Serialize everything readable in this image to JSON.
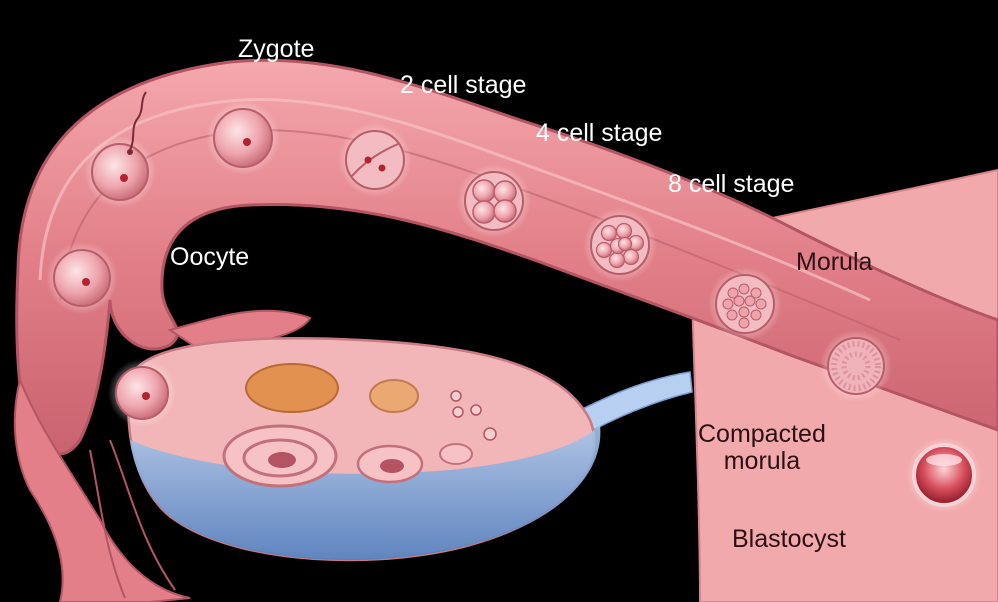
{
  "labels": {
    "zygote": "Zygote",
    "two_cell": "2 cell stage",
    "four_cell": "4 cell stage",
    "eight_cell": "8 cell stage",
    "oocyte": "Oocyte",
    "morula": "Morula",
    "compacted_morula_line1": "Compacted",
    "compacted_morula_line2": "morula",
    "blastocyst": "Blastocyst"
  },
  "colors": {
    "background": "#000000",
    "tube": "#e9878e",
    "tube_wall": "#c96b74",
    "uterus": "#f0a3a5",
    "ovary": "#f2b3b5",
    "ovary_fluid": "#7fa6d6",
    "cell": "#f1b3ba",
    "nucleus": "#b2222f",
    "corpus_luteum": "#e5914f"
  }
}
